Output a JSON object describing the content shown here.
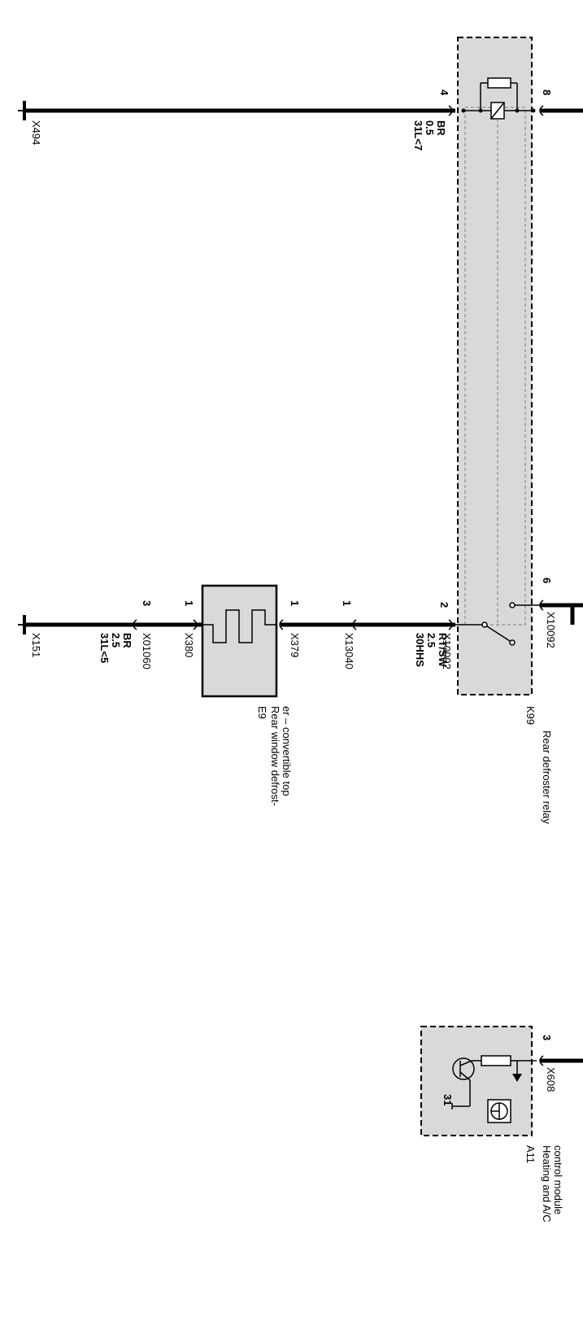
{
  "grounds": {
    "x494": "X494",
    "x151": "X151"
  },
  "wire_top": {
    "line1": "31L<7",
    "line2": "0.5",
    "line3": "BR",
    "pin_left": "4",
    "pin_right": "8"
  },
  "wire_mid_right": {
    "line1": "30HHS",
    "line2": "2.5",
    "line3": "RT/SW",
    "connector_left": "X10092",
    "pin_left": "2",
    "pin_right": "6",
    "connector_right": "X10092"
  },
  "wire_mid_left": {
    "line1": "31L<5",
    "line2": "2.5",
    "line3": "BR"
  },
  "connectors": {
    "x13040": "X13040",
    "x13040_pin": "1",
    "x379": "X379",
    "x379_pin": "1",
    "x380": "X380",
    "x380_pin": "1",
    "x01060": "X01060",
    "x01060_pin": "3"
  },
  "relay": {
    "id": "K99",
    "name": "Rear defroster relay"
  },
  "defroster": {
    "id": "E9",
    "name_line1": "Rear window defrost-",
    "name_line2": "er – convertible top"
  },
  "module": {
    "id": "A11",
    "name_line1": "Heating and A/C",
    "name_line2": "control module",
    "connector": "X608",
    "pin": "3",
    "ground_label": "31"
  }
}
